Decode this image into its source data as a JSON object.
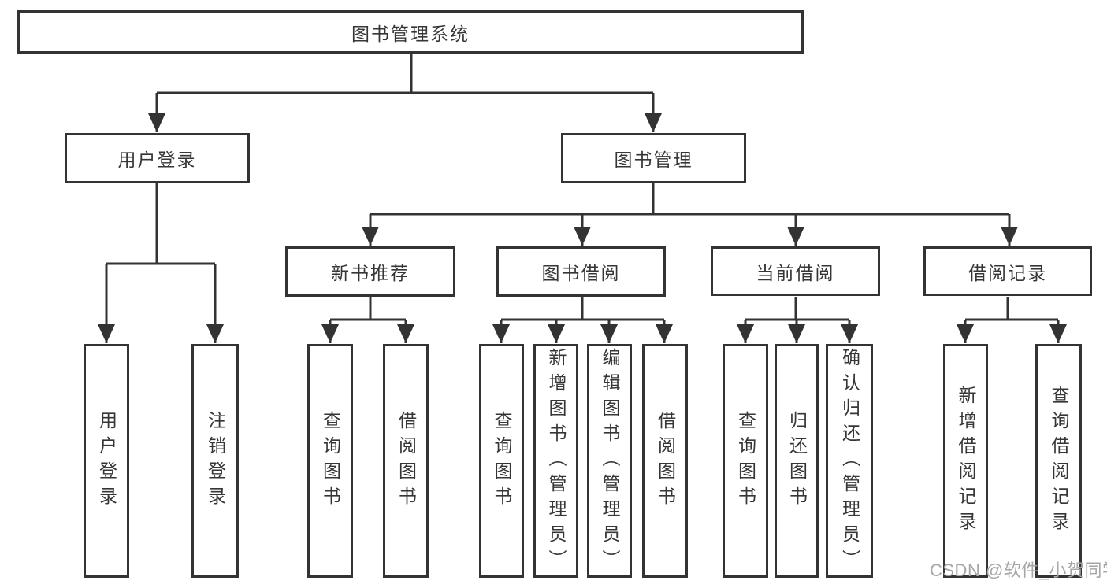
{
  "diagram": {
    "nodes": {
      "root": "图书管理系统",
      "user_login": "用户登录",
      "book_management": "图书管理",
      "new_book_recommend": "新书推荐",
      "book_borrowing": "图书借阅",
      "current_borrowing": "当前借阅",
      "borrowing_records": "借阅记录",
      "leaf_user_login": "用户登录",
      "leaf_logout": "注销登录",
      "leaf_recommend_query": "查询图书",
      "leaf_recommend_borrow": "借阅图书",
      "leaf_borrowing_query": "查询图书",
      "leaf_borrowing_add": "新增图书（管理员）",
      "leaf_borrowing_edit": "编辑图书（管理员）",
      "leaf_borrowing_borrow": "借阅图书",
      "leaf_current_query": "查询图书",
      "leaf_current_return": "归还图书",
      "leaf_current_confirm": "确认归还（管理员）",
      "leaf_records_add": "新增借阅记录",
      "leaf_records_query": "查询借阅记录"
    }
  },
  "watermark": "CSDN @软件_小贺同学",
  "colors": {
    "line": "#333333",
    "text": "#363636",
    "watermark": "#a6a6a6",
    "background": "#ffffff"
  }
}
